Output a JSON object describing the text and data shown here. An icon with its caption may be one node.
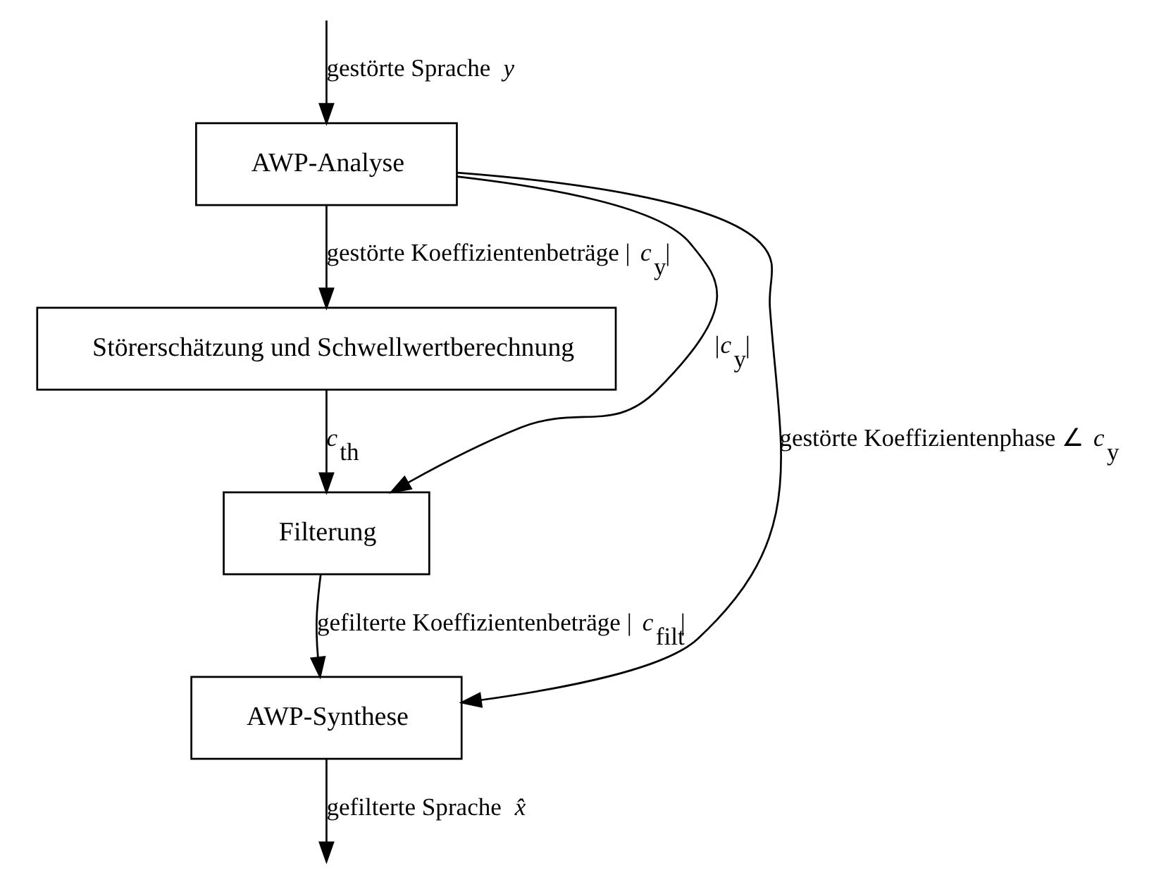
{
  "diagram": {
    "nodes": [
      {
        "text": [
          "AWP-Analyse"
        ]
      },
      {
        "text": [
          "Störerschätzung und Schwellwertberechnung"
        ]
      },
      {
        "text": [
          "Filterung"
        ]
      },
      {
        "text": [
          "AWP-Synthese"
        ]
      }
    ],
    "edges": [
      {
        "from": null,
        "to": 0,
        "arrow": "to",
        "label": "gestörte Sprache *y*"
      },
      {
        "from": 0,
        "to": 1,
        "arrow": "to",
        "label": "gestörte Koeffizientenbeträge |*c*$_{y}$|"
      },
      {
        "from": 0,
        "to": 2,
        "arrow": "to",
        "label": "|*c*$_{y}$|"
      },
      {
        "from": 1,
        "to": 2,
        "arrow": "to",
        "label": "*c*$_{th}$"
      },
      {
        "from": 2,
        "to": 3,
        "arrow": "to",
        "label": "gefilterte Koeffizientenbeträge |*c*$_{filt}$|"
      },
      {
        "from": 0,
        "to": 3,
        "arrow": "to",
        "label": "gestörte Koeffizientenphase ∠*c*$_{y}$"
      },
      {
        "from": 3,
        "to": null,
        "arrow": "to",
        "label": "gefilterte Sprache *x̂*"
      }
    ]
  }
}
